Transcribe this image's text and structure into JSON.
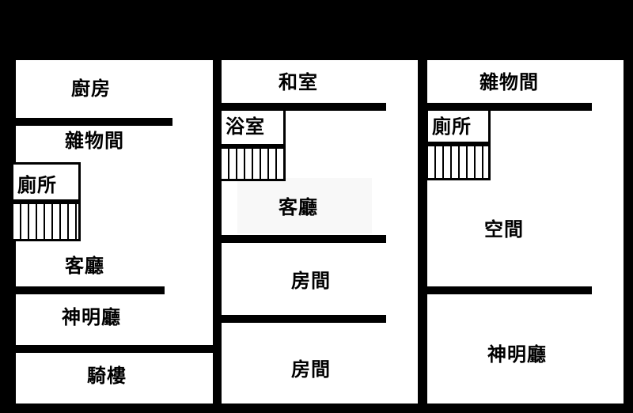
{
  "floors": [
    {
      "rooms": [
        "廚房",
        "雜物間",
        "廁所",
        "客廳",
        "神明廳",
        "騎樓"
      ]
    },
    {
      "rooms": [
        "和室",
        "浴室",
        "客廳",
        "房間",
        "房間"
      ]
    },
    {
      "rooms": [
        "雜物間",
        "廁所",
        "空間",
        "神明廳"
      ]
    }
  ]
}
